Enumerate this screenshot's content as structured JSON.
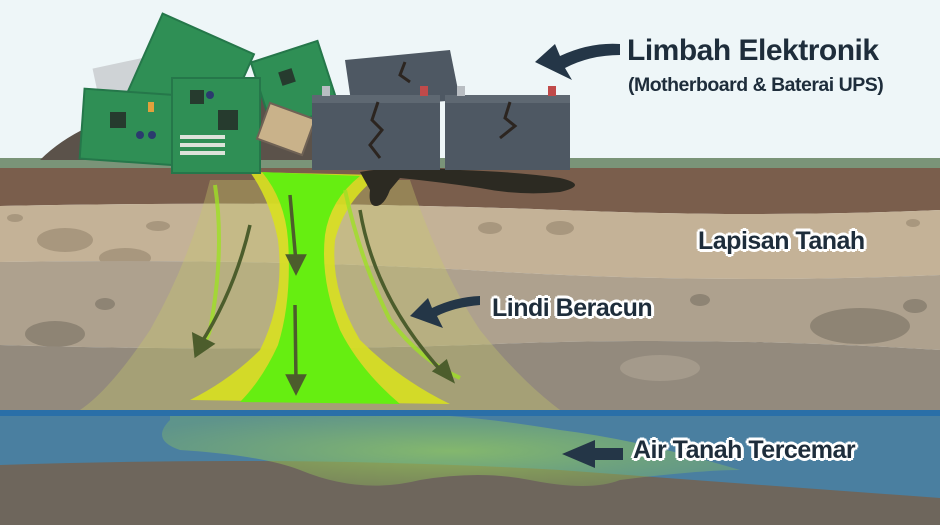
{
  "diagram": {
    "title": "Limbah Elektronik",
    "subtitle": "(Motherboard & Baterai UPS)",
    "labels": {
      "soil_layer": "Lapisan Tanah",
      "toxic_leachate": "Lindi Beracun",
      "polluted_groundwater": "Air Tanah Tercemar"
    },
    "elements": [
      "motherboard-pile",
      "cracked-ups-batteries",
      "toxic-leachate-plume",
      "soil-layers",
      "groundwater-aquifer"
    ],
    "colors": {
      "sky": "#eef6f8",
      "grass": "#7a9478",
      "topsoil": "#7a5e4c",
      "sand_layer": "#c4b297",
      "mid_layer": "#aea18e",
      "deep_layer": "#938a7d",
      "aquifer": "#4a7fa0",
      "bedrock": "#6e665c",
      "leachate": "#66ee11",
      "leachate_edge": "#d8e020",
      "label_text": "#1e2d3b",
      "battery": "#4e5863",
      "pcb": "#2f8f55"
    }
  }
}
